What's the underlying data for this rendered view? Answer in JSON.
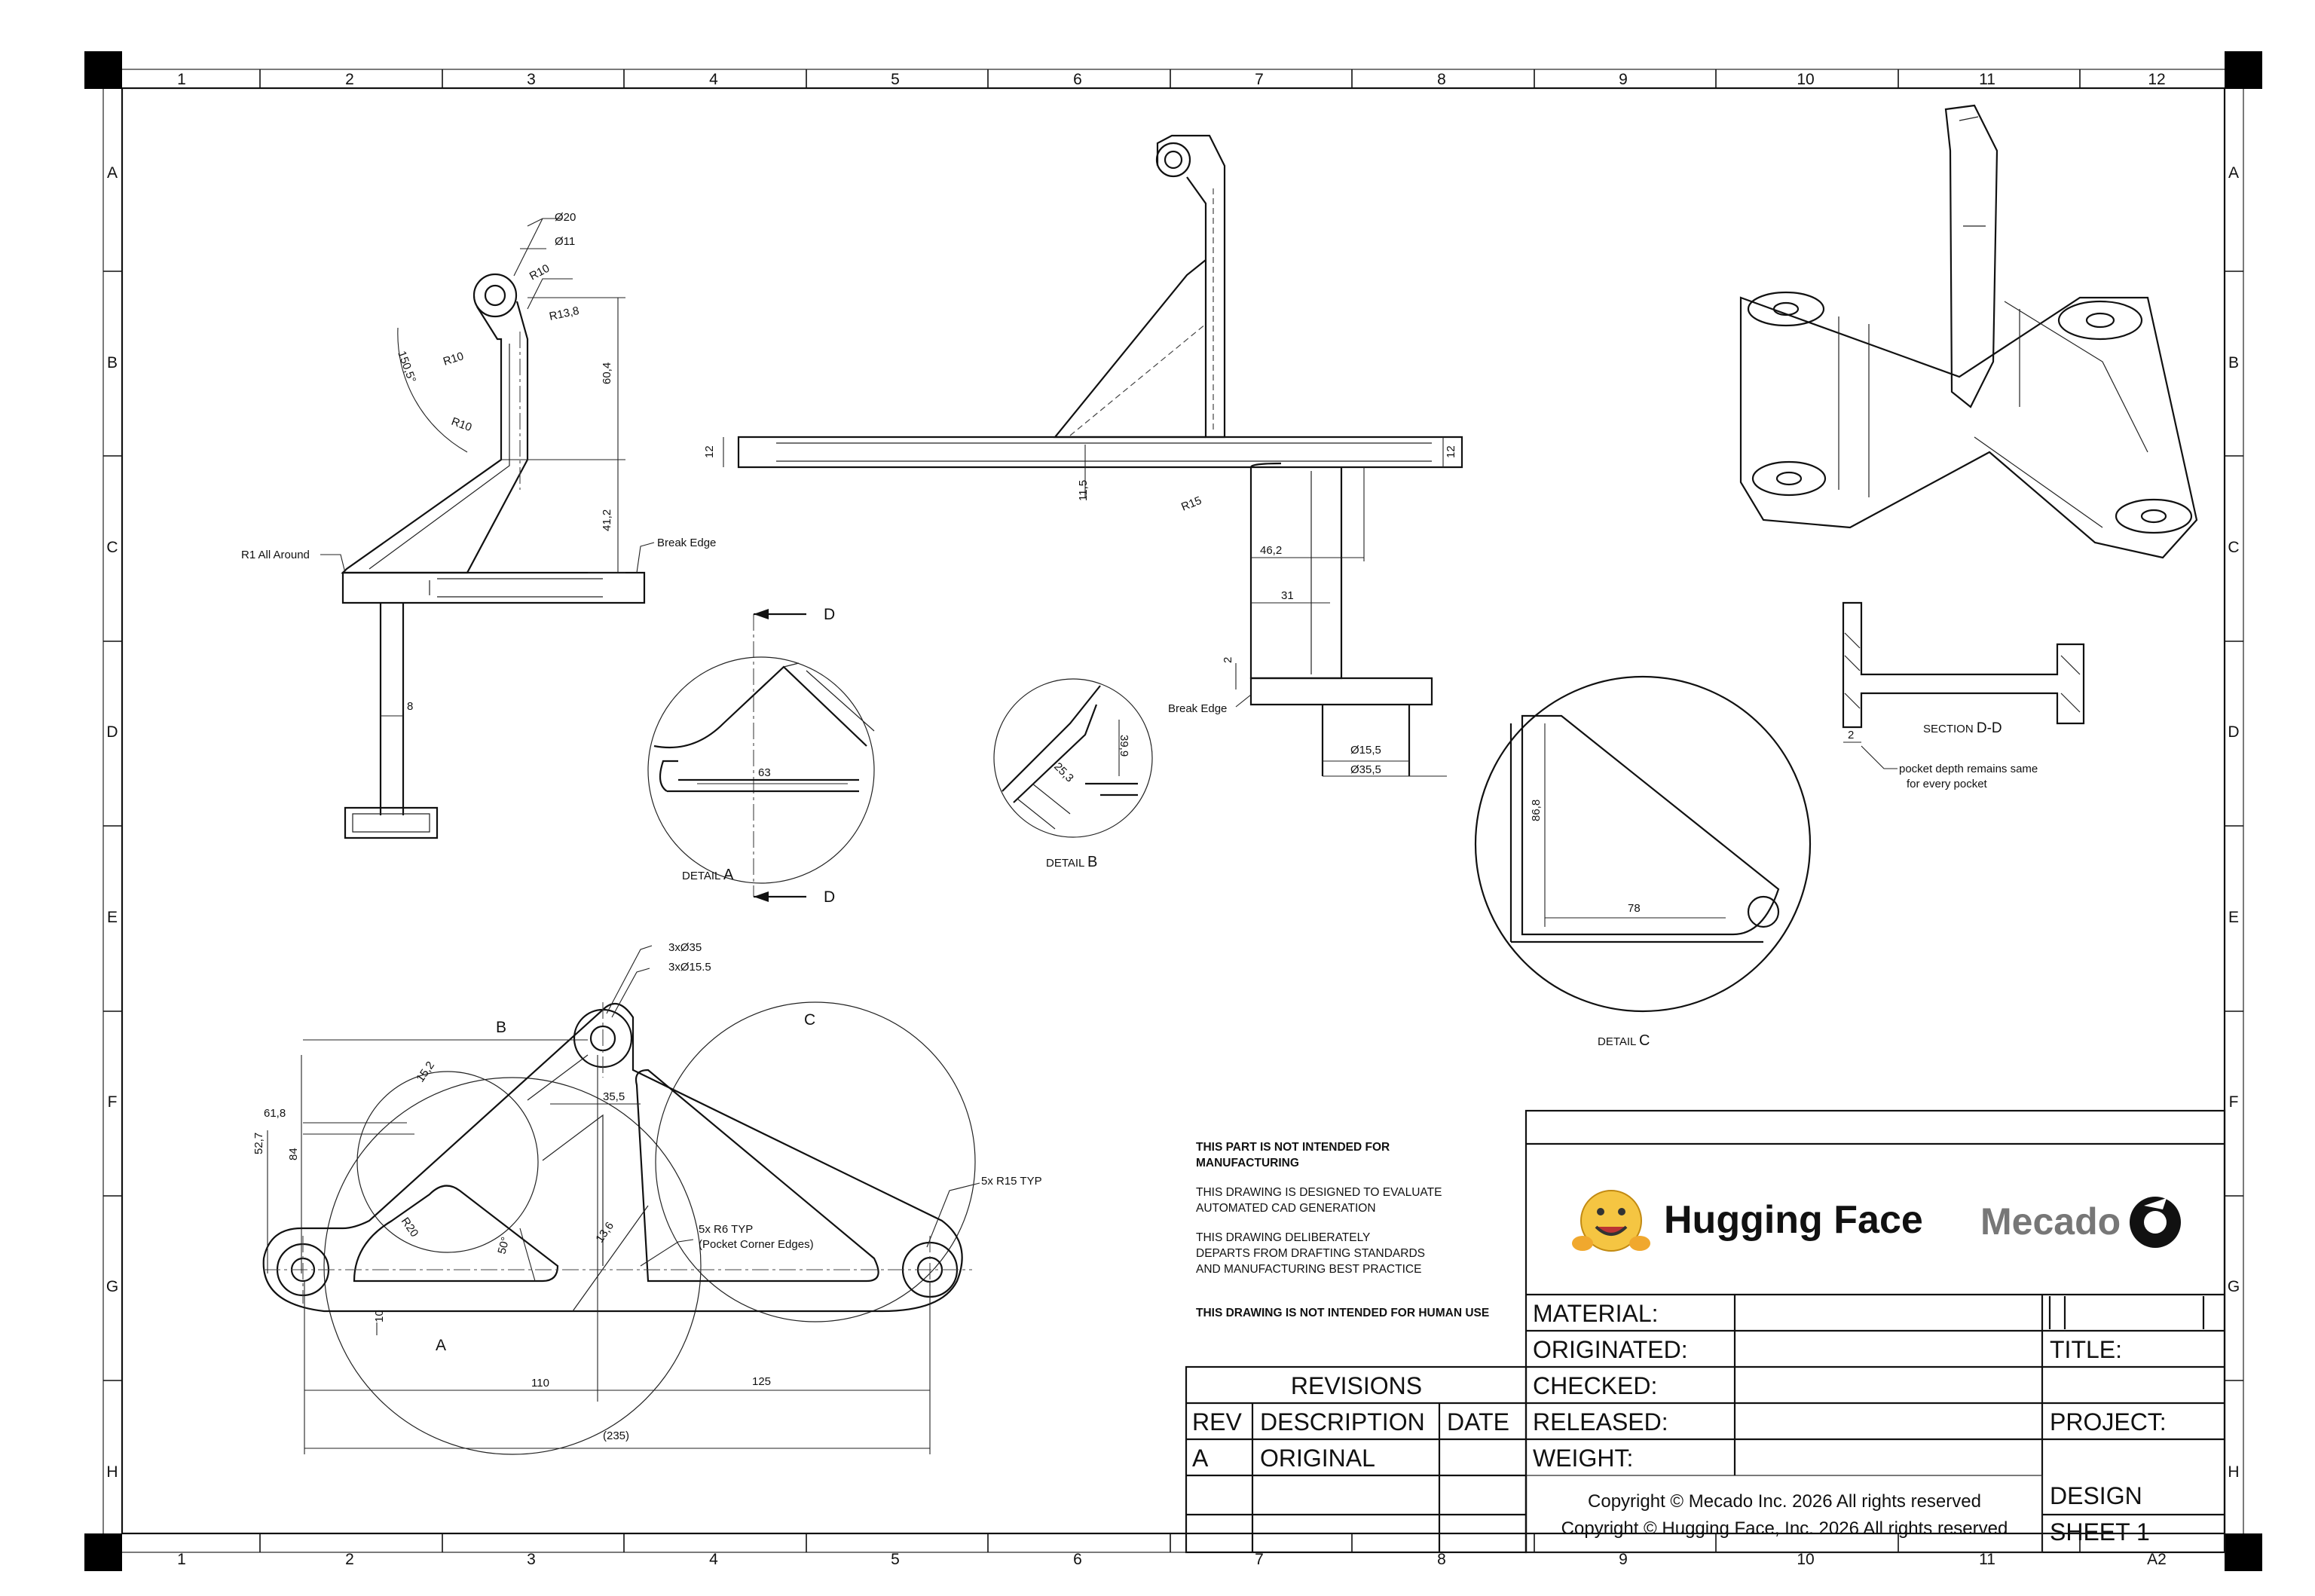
{
  "border": {
    "columns": [
      "1",
      "2",
      "3",
      "4",
      "5",
      "6",
      "7",
      "8",
      "9",
      "10",
      "11",
      "12"
    ],
    "bottom_last_label": "A2",
    "rows": [
      "A",
      "B",
      "C",
      "D",
      "E",
      "F",
      "G",
      "H"
    ]
  },
  "side_view": {
    "dims": [
      "Ø20",
      "Ø11",
      "R10",
      "R13,8",
      "R10",
      "R10",
      "150,5°",
      "60,4",
      "41,2",
      "8"
    ],
    "callouts": {
      "r1": "R1 All Around",
      "break_edge": "Break Edge"
    }
  },
  "front_view": {
    "dims": [
      "12",
      "12",
      "11,5",
      "R15",
      "46,2",
      "31",
      "2",
      "Ø15,5",
      "Ø35,5"
    ],
    "callouts": {
      "break_edge": "Break Edge"
    }
  },
  "section_marker": {
    "letter": "D"
  },
  "detail_a": {
    "dim": "63",
    "label_prefix": "DETAIL",
    "letter": "A"
  },
  "detail_b": {
    "dims": [
      "39,9",
      "25,3"
    ],
    "label_prefix": "DETAIL",
    "letter": "B"
  },
  "detail_c": {
    "dims": [
      "86,8",
      "78"
    ],
    "label_prefix": "DETAIL",
    "letter": "C"
  },
  "section_dd": {
    "label_prefix": "SECTION",
    "letter": "D-D",
    "dim": "2",
    "note_line1": "pocket depth remains same",
    "note_line2": "for every pocket"
  },
  "top_view": {
    "holes_line1": "3xØ35",
    "holes_line2": "3xØ15.5",
    "circle_b": "B",
    "circle_c": "C",
    "circle_a": "A",
    "dims": [
      "35,5",
      "15,2",
      "61,8",
      "52,7",
      "84",
      "R20",
      "50°",
      "13,6",
      "10",
      "110",
      "125",
      "(235)"
    ],
    "fillet_note": "5x R15 TYP",
    "pocket_line1": "5x R6 TYP",
    "pocket_line2": "(Pocket Corner Edges)"
  },
  "notes": {
    "n1_line1": "THIS PART IS NOT INTENDED FOR",
    "n1_line2": "MANUFACTURING",
    "n2_line1": "THIS DRAWING IS DESIGNED TO EVALUATE",
    "n2_line2": "AUTOMATED CAD GENERATION",
    "n3_line1": "THIS DRAWING DELIBERATELY",
    "n3_line2": "DEPARTS FROM DRAFTING STANDARDS",
    "n3_line3": "AND MANUFACTURING BEST PRACTICE",
    "n4": "THIS DRAWING IS NOT INTENDED FOR HUMAN USE"
  },
  "title_block": {
    "logo_hf": "Hugging Face",
    "logo_mecado": "Mecado",
    "material": "MATERIAL:",
    "originated": "ORIGINATED:",
    "checked": "CHECKED:",
    "released": "RELEASED:",
    "weight": "WEIGHT:",
    "title": "TITLE:",
    "project": "PROJECT:",
    "design": "DESIGN",
    "sheet": "SHEET 1",
    "copyright_mecado": "Copyright © Mecado Inc. 2026 All rights reserved",
    "copyright_hf": "Copyright © Hugging Face, Inc. 2026 All rights reserved"
  },
  "revisions": {
    "heading": "REVISIONS",
    "col_rev": "REV",
    "col_desc": "DESCRIPTION",
    "col_date": "DATE",
    "row_rev": "A",
    "row_desc": "ORIGINAL"
  }
}
